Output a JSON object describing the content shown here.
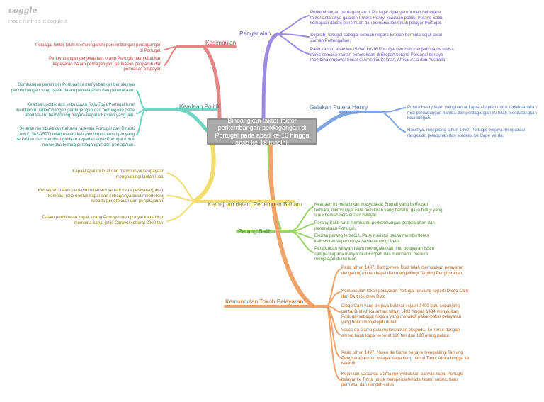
{
  "brand": {
    "logo": "coggle",
    "tagline": "made for free at coggle.it"
  },
  "colors": {
    "purple": "#9d8be0",
    "blue": "#7fa6e0",
    "green": "#9bd46a",
    "orange": "#f0a46a",
    "red": "#e58686",
    "teal": "#6fd4c0",
    "yellow": "#f2dd6e",
    "central_box": "#a9a9a9"
  },
  "central": {
    "text": "Bincangkan faktor-faktor perkembangan perdagangan di Portugal pada abad ke-16 hingga abad ke-18 masihi."
  },
  "branches": {
    "pengenalan": {
      "label": "Pengenalan",
      "items": [
        "Perkembangan perdagangan di Portugal dipengaruhi oleh beberapa faktor antaranya galakan Putera Henry, keadaan politik, Perang Salib, kemajuan dalam penemuan dan kemunculan tokoh pelayar Portugal.",
        "Sejarah Portugal sebagai sebuah negara Eropah bermula sejak awal Zaman Pertengahan.",
        "Pada zaman abad ke-15 dan ke-16 Portugal berubah menjadi status kuasa dunia semasa zaman penerokaan di Eropah kerana Poruagal berjaya membina empayar besar di Amerika Selatan, Afrika, Asia dan Australia."
      ]
    },
    "galakan": {
      "label": "Galakan Putera Henry",
      "items": [
        "Putera Henry telah menghantar kapten-kapten untuk melaksanakan misi perdagangan hamba dan perdagangan ini telah mendatangkan keuntungan.",
        "Hasilnya, menjelang tahun 1460, Portugis berjaya menguasai rangkaian pelabuhan dan Madeira ke Cape Verda."
      ]
    },
    "perang": {
      "label": "Perang Salib",
      "items": [
        "Keadaan ini melahirkan masyarakat Eropah yang berfikiran terbuka, mempunyai cara pemikiran yang baharu, gaya hidup yang suka bersiar-bersiar dan belayar.",
        "Perang Salib turut membantu perkembangan penjelajahan dan penerokaan Portugal.",
        "Ekoran perang tersebut, Paus meristui usaha membanteras kekuasaan sepenuhnya Semenanjung Iberia.",
        "Penaklukan wilayah Islam menggalakkan ilmu pelayaran Islam sampai kepada masyarakat Eropah dan membantu mereka menjelajah dunia luar."
      ]
    },
    "tokoh": {
      "label": "Kemunculan Tokoh Pelayaran",
      "items": [
        "Pada tahun 1487, Bartholmew Diaz telah memulakan pelayaran dengan tiga buah kapal dan mengelilingi Tanjung Pengharapan.",
        "Kemunculan tokoh pelayaran Portugal terulung seperti Diego Cam dan Bartholomew Diaz.",
        "Diego Cam yang berjaya belayar sejauh 1400 batu sepanjang pantai Brat Afrika antara tahun 1482 hingga 1484 menjadikan Portugal sebagai negara yang mewakili pakar-pakar pelayaran yang boleh menjelajah dunia.",
        "Vasco da Gama pula melancarkan ekspedisi ke Timur dengan empat buah kapal seberat 120 tan dan 180 orang pelaut.",
        "Pada tahun 1497, Vasco da Gama berjaya mengelilingi Tanjung Pengharapan dan belayar sepanjang pantai Timur Afrika hingga ke Malindi.",
        "Kejayaan Vasco da Gama menyebabkan banyak kapal Portugis belayar ke Timur untuk memperolehi lada hitam, sutera, batu permata, dan rempah-ratus"
      ]
    },
    "kesimpulan": {
      "label": "Kesimpulan",
      "items": [
        "Pelbagai faktor telah mempengaruhi perkembangan perdagangan di Portugal.",
        "Perkembangan penjelajahan orang Portugis menyebabkan kepesatan dalam perdagangan, perluasan pengaruh dan perluasan empayar."
      ]
    },
    "politik": {
      "label": "Keadaan Politik",
      "items": [
        "Sumbangan pemimpin Portugal ini menyebabkan berlakunya perkembangan yang pesat dalam penjelajahan dan penerokaan.",
        "Keadaan politik dan kekuasaan Raja-Raja Portugal turut membantu perkembangan perdagangan dan pemiagaan pada abad ke-16, berbanding negara-negara Eropah yang lain.",
        "Sejarah membuktikan bahawa raja-raja Portugal dari Dinasti Aviu(1383-1577) telah melahirkan pemimpin-pemimpin yang berkaliber dan memberi galakan kepada rakyat Portugal untuk meneroka bidang perdagangan dan perkapalan."
      ]
    },
    "kemajuan": {
      "label": "Kemajuan dalam Penemuan Baharu",
      "items": [
        "Kapal-kapal ini kuat dan mempunyai keupayaan mengharungi lautan luas.",
        "Kemajuan dalam penemuan baharu seperti carta pelayaran(peta), kompas, reka bentuk kapal dan sebagainya turut mendorong kepada penerokaan dan penjelajahan.",
        "Dalam pembinaan kapal, orang Portugal mempunyai kemahiran membina kapal jenis Caravel seberat 2000 tan."
      ]
    }
  }
}
